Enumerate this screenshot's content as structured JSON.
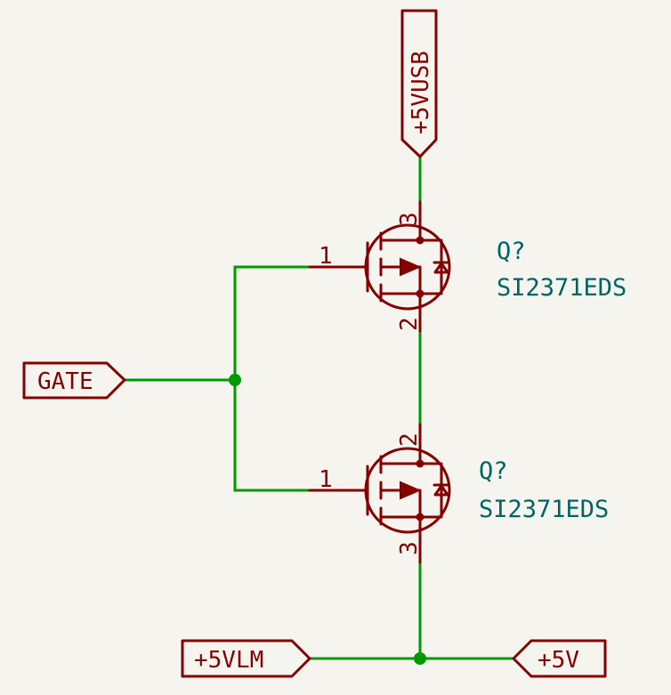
{
  "labels": {
    "usb": "+5VUSB",
    "gate": "GATE",
    "vlm": "+5VLM",
    "v5": "+5V"
  },
  "q1": {
    "ref": "Q?",
    "value": "SI2371EDS",
    "pin_gate": "1",
    "pin_top": "3",
    "pin_bottom": "2"
  },
  "q2": {
    "ref": "Q?",
    "value": "SI2371EDS",
    "pin_gate": "1",
    "pin_top": "2",
    "pin_bottom": "3"
  },
  "colors": {
    "wire": "#009900",
    "symbol": "#840000",
    "reference": "#006464",
    "background": "#f5f4ef"
  }
}
